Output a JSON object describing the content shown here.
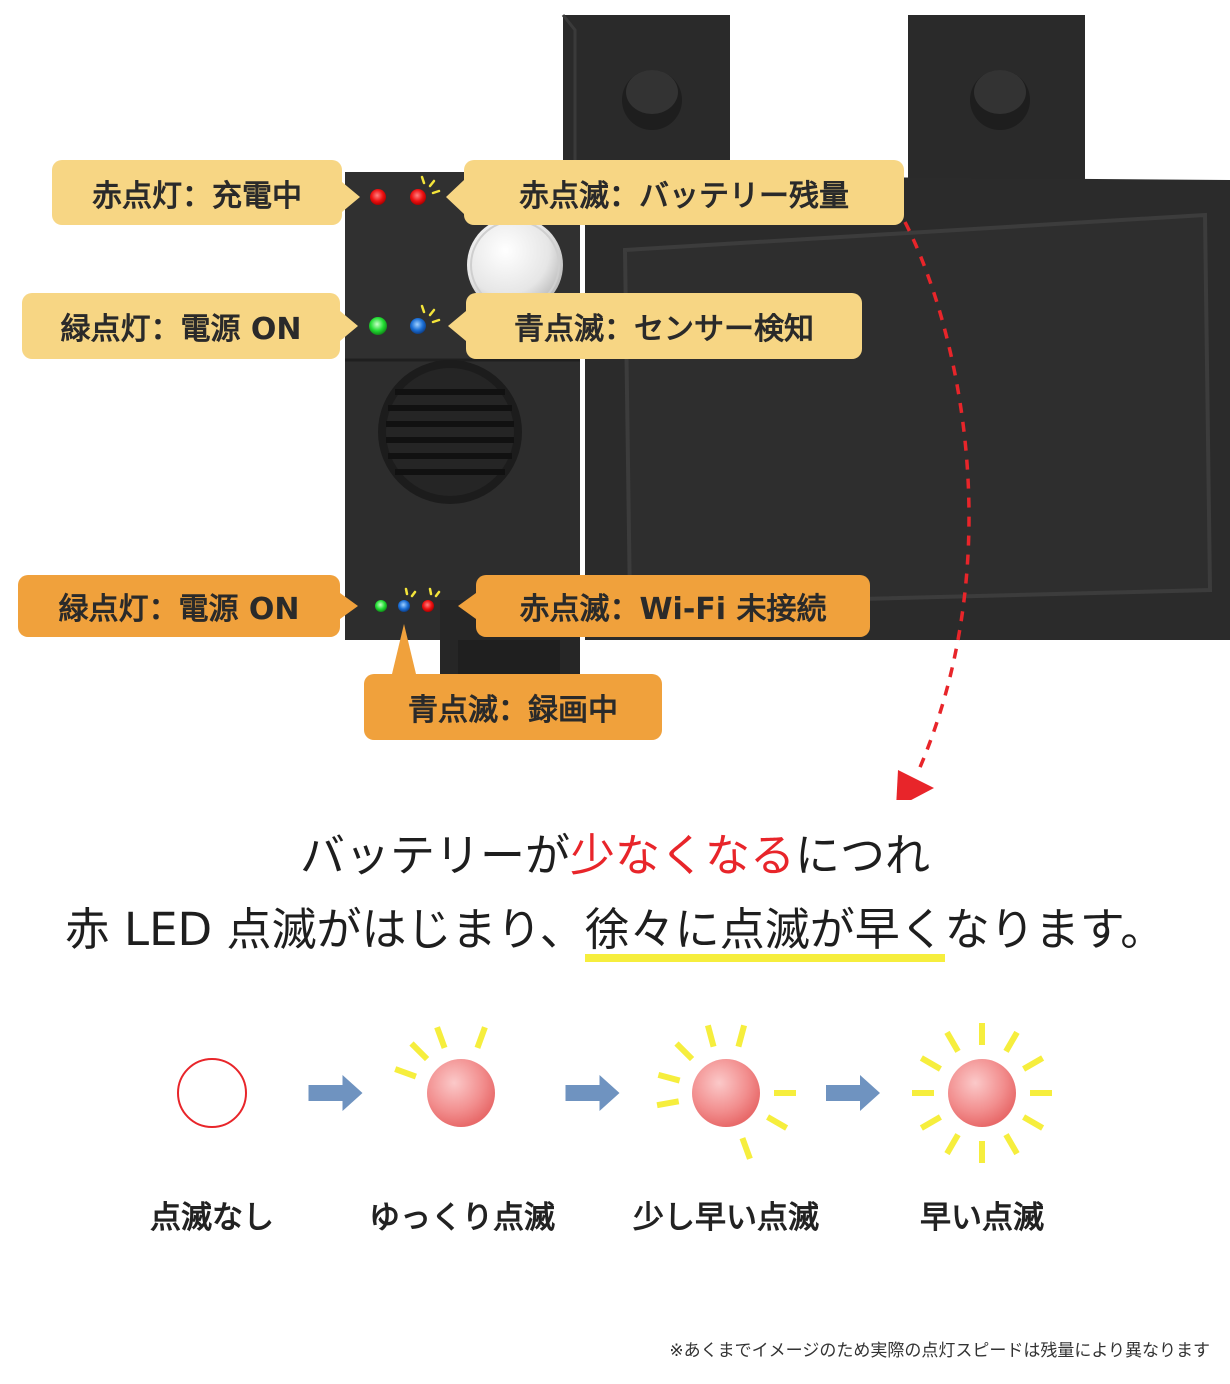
{
  "callouts": {
    "red_solid": "赤点灯：充電中",
    "red_blink": "赤点滅：バッテリー残量",
    "green_solid": "緑点灯：電源 ON",
    "blue_blink": "青点滅：センサー検知",
    "green_solid_2": "緑点灯：電源 ON",
    "red_blink_wifi": "赤点滅：Wi-Fi 未接続",
    "blue_blink_rec": "青点滅：録画中"
  },
  "headline": {
    "line1_a": "バッテリーが",
    "line1_red": "少なくなる",
    "line1_b": "につれ",
    "line2_a": "赤 LED 点滅がはじまり、",
    "line2_highlight": "徐々に点滅が早く",
    "line2_b": "なります。"
  },
  "steps": [
    {
      "label": "点滅なし",
      "rays": 0
    },
    {
      "label": "ゆっくり点滅",
      "rays": 4
    },
    {
      "label": "少し早い点滅",
      "rays": 8
    },
    {
      "label": "早い点滅",
      "rays": 12
    }
  ],
  "footnote": "※あくまでイメージのため実際の点灯スピードは残量により異なります",
  "colors": {
    "callout_yellow": "#F7D684",
    "callout_orange": "#F0A13C",
    "accent_red": "#E8252A",
    "highlight_yellow": "#F6EE3D",
    "arrow_blue": "#6F93C0",
    "device_body": "#2B2B2B"
  }
}
